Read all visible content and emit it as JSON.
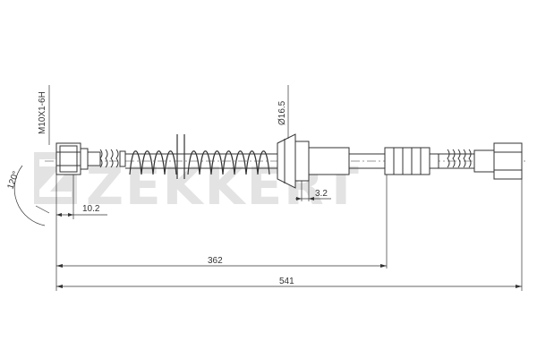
{
  "watermark": {
    "brand": "ZEKKERT",
    "color": "#e3e3e3"
  },
  "dimensions": {
    "thread": "M10X1-6H",
    "diameter": "Ø16.5",
    "angle": "120°",
    "fitting_length": "10.2",
    "bracket_thickness": "3.2",
    "partial_length": "362",
    "total_length": "541"
  },
  "colors": {
    "line": "#333333",
    "hose_fill": "#ffffff"
  }
}
